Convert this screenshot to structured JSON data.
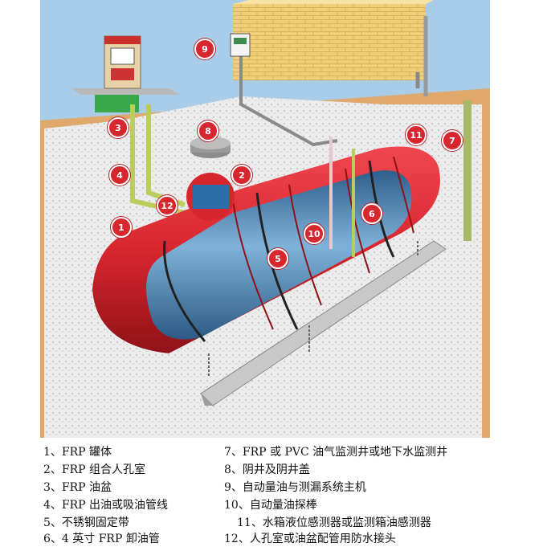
{
  "callouts": [
    {
      "id": "1",
      "label": "1"
    },
    {
      "id": "2",
      "label": "2"
    },
    {
      "id": "3",
      "label": "3"
    },
    {
      "id": "4",
      "label": "4"
    },
    {
      "id": "5",
      "label": "5"
    },
    {
      "id": "6",
      "label": "6"
    },
    {
      "id": "7",
      "label": "7"
    },
    {
      "id": "8",
      "label": "8"
    },
    {
      "id": "9",
      "label": "9"
    },
    {
      "id": "10",
      "label": "10"
    },
    {
      "id": "11",
      "label": "11"
    },
    {
      "id": "12",
      "label": "12"
    }
  ],
  "legend": [
    "1、FRP 罐体",
    "2、FRP 组合人孔室",
    "3、FRP 油盆",
    "4、FRP 出油或吸油管线",
    "5、不锈钢固定带",
    "6、4 英寸 FRP 卸油管",
    "7、FRP 或 PVC 油气监测井或地下水监测井",
    "8、阴井及阴井盖",
    "9、自动量油与测漏系统主机",
    "10、自动量油探棒",
    "11、水箱液位感测器或监测箱油感测器",
    "12、人孔室或油盆配管用防水接头"
  ],
  "colors": {
    "tank_red": "#d8262e",
    "tank_blue": "#4a86b8",
    "gravel": "#e8e8e8",
    "soil": "#e0a86a",
    "sky": "#a9cde8",
    "wall": "#f1cf7a",
    "pipe_green": "#b9cf5a",
    "callout": "#d8262e"
  },
  "icons": [
    "fuel-dispenser-icon",
    "monitor-console-icon",
    "tank-icon"
  ]
}
